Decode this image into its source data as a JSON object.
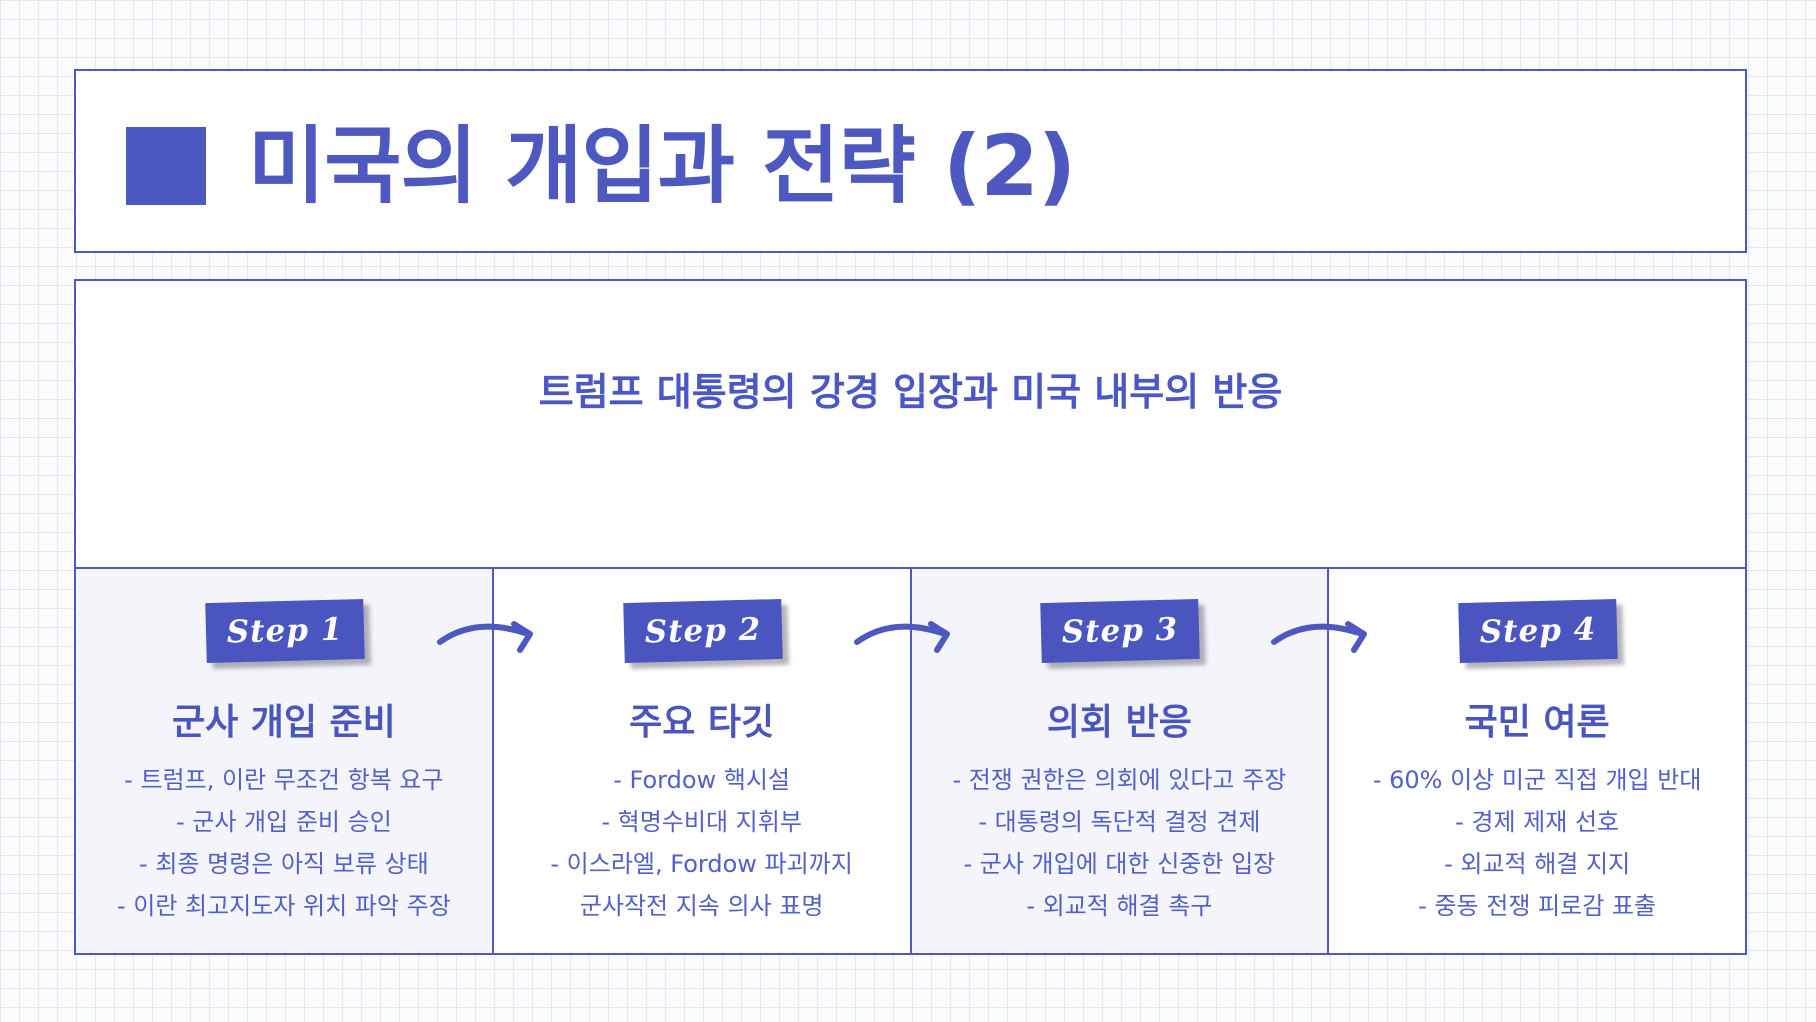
{
  "title": "미국의 개입과 전략 (2)",
  "subtitle": "트럼프 대통령의 강경 입장과 미국 내부의 반응",
  "steps": [
    {
      "tag": "Step 1",
      "title": "군사 개입 준비",
      "bullets": [
        "- 트럼프, 이란 무조건 항복 요구",
        "- 군사 개입 준비 승인",
        "- 최종 명령은 아직 보류 상태",
        "- 이란 최고지도자 위치 파악 주장"
      ]
    },
    {
      "tag": "Step 2",
      "title": "주요 타깃",
      "bullets": [
        "- Fordow 핵시설",
        "- 혁명수비대 지휘부",
        "- 이스라엘, Fordow 파괴까지",
        "군사작전 지속 의사 표명"
      ]
    },
    {
      "tag": "Step 3",
      "title": "의회 반응",
      "bullets": [
        "- 전쟁 권한은 의회에 있다고 주장",
        "- 대통령의 독단적 결정 견제",
        "- 군사 개입에 대한 신중한 입장",
        "- 외교적 해결 촉구"
      ]
    },
    {
      "tag": "Step 4",
      "title": "국민 여론",
      "bullets": [
        "- 60% 이상 미군 직접 개입 반대",
        "- 경제 제재 선호",
        "- 외교적 해결 지지",
        "- 중동 전쟁 피로감 표출"
      ]
    }
  ],
  "icons": {
    "title_marker": "square-icon",
    "connector": "curved-arrow-right-icon"
  },
  "colors": {
    "accent": "#4d58c0",
    "text": "#4a57c4",
    "panel_shade": "#f4f5fb"
  }
}
